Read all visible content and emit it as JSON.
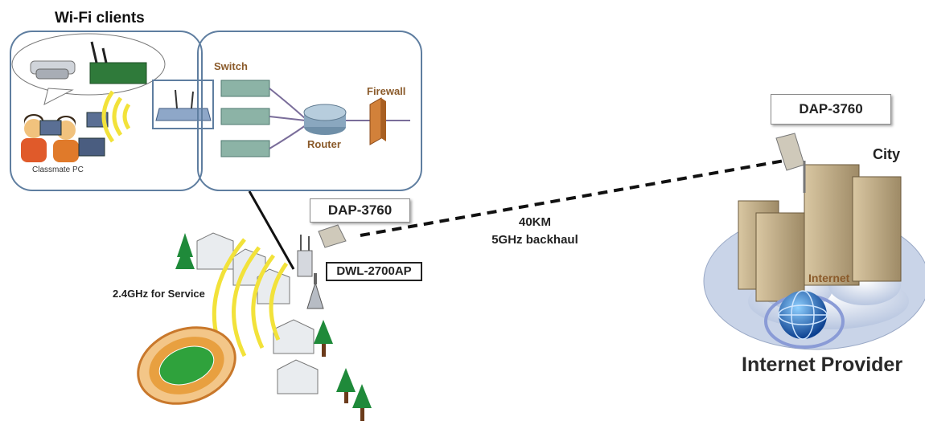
{
  "wifi_clients_title": "Wi-Fi clients",
  "classmate_label": "Classmate PC",
  "network": {
    "switch_label": "Switch",
    "router_label": "Router",
    "firewall_label": "Firewall"
  },
  "devices": {
    "dap_local": "DAP-3760",
    "dap_city": "DAP-3760",
    "dwl": "DWL-2700AP"
  },
  "link": {
    "distance": "40KM",
    "band": "5GHz backhaul"
  },
  "service_label": "2.4GHz for Service",
  "city_label": "City",
  "internet_label": "Internet",
  "provider_label": "Internet Provider",
  "colors": {
    "panel_border": "#5f7ea0",
    "wave": "#f2e23a",
    "tree": "#1f8a3a",
    "stadium_field": "#2fa23c",
    "stadium_ring": "#e8a040",
    "globe": "#1f5fb5"
  }
}
